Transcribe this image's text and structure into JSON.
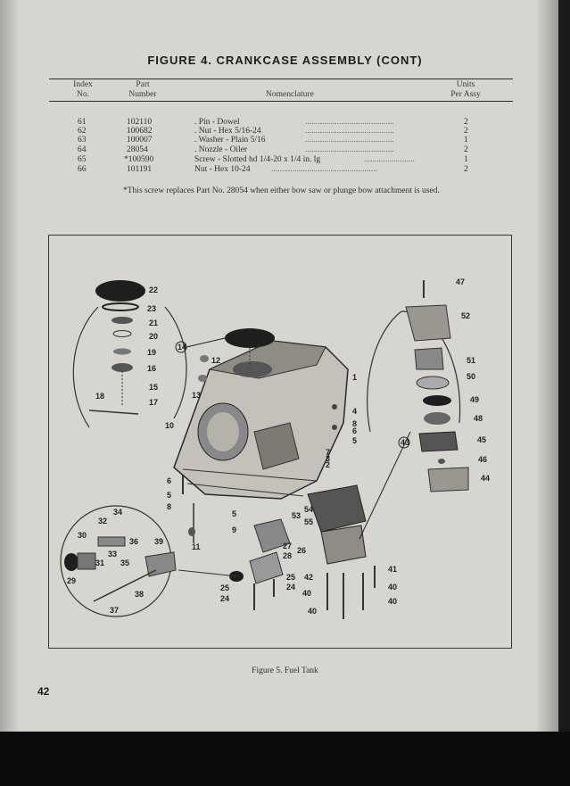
{
  "title": "FIGURE 4.  CRANKCASE ASSEMBLY  (CONT)",
  "table": {
    "headers": {
      "index_line1": "Index",
      "index_line2": "No.",
      "part_line1": "Part",
      "part_line2": "Number",
      "nomenclature": "Nomenclature",
      "units_line1": "Units",
      "units_line2": "Per Assy"
    },
    "rows": [
      {
        "index": "61",
        "part": "102110",
        "name": ".   Pin - Dowel",
        "units": "2"
      },
      {
        "index": "62",
        "part": "100682",
        "name": ".   Nut - Hex 5/16-24",
        "units": "2"
      },
      {
        "index": "63",
        "part": "100007",
        "name": ".   Washer - Plain 5/16",
        "units": "1"
      },
      {
        "index": "64",
        "part": "28054",
        "name": ".   Nozzle - Oiler",
        "units": "2"
      },
      {
        "index": "65",
        "part": "*100590",
        "name": "Screw - Slotted hd 1/4-20 x 1/4 in. lg",
        "units": "1"
      },
      {
        "index": "66",
        "part": "101191",
        "name": "Nut - Hex 10-24",
        "units": "2"
      }
    ]
  },
  "footnote": "*This screw replaces Part No. 28054 when either bow saw or plunge bow attachment is used.",
  "diagram": {
    "callouts": [
      "22",
      "23",
      "21",
      "20",
      "19",
      "16",
      "15",
      "17",
      "18",
      "14",
      "12",
      "13",
      "10",
      "1",
      "4",
      "8",
      "6",
      "5",
      "7",
      "2",
      "3",
      "6",
      "5",
      "8",
      "9",
      "11",
      "5",
      "47",
      "52",
      "51",
      "50",
      "49",
      "48",
      "45",
      "46",
      "44",
      "43",
      "54",
      "55",
      "53",
      "34",
      "32",
      "30",
      "36",
      "33",
      "39",
      "31",
      "35",
      "29",
      "37",
      "38",
      "27",
      "28",
      "26",
      "25",
      "24",
      "25",
      "24",
      "42",
      "41",
      "40",
      "40",
      "40",
      "40"
    ]
  },
  "caption": "Figure 5.  Fuel Tank",
  "page_number": "42"
}
